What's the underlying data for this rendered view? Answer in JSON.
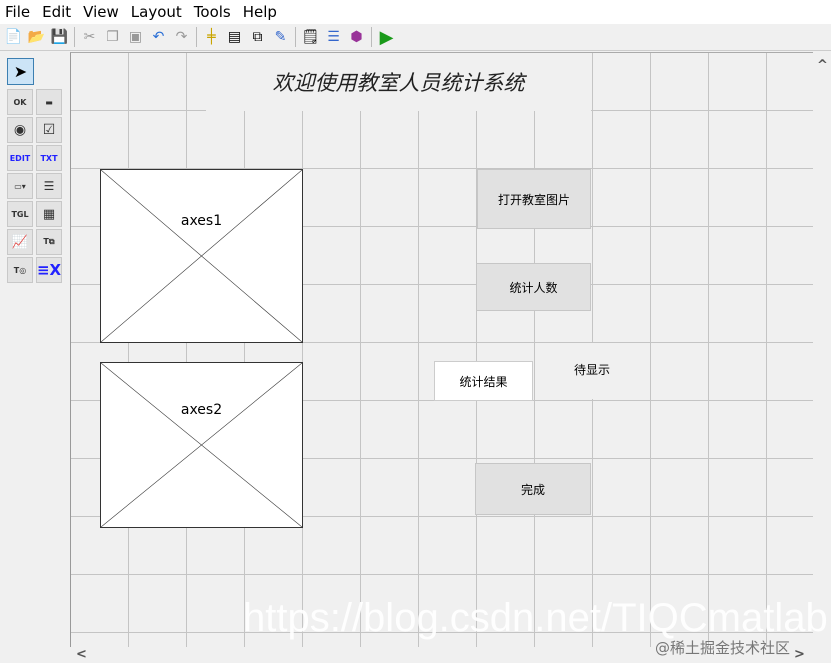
{
  "menu": [
    "File",
    "Edit",
    "View",
    "Layout",
    "Tools",
    "Help"
  ],
  "toolbar": {
    "icons": [
      "new-icon",
      "open-icon",
      "save-icon",
      "cut-icon",
      "copy-icon",
      "paste-icon",
      "undo-icon",
      "redo-icon",
      "align-icon",
      "menu-editor-icon",
      "tab-order-icon",
      "toolbar-editor-icon",
      "editor-icon",
      "property-inspector-icon",
      "object-browser-icon",
      "run-icon"
    ]
  },
  "palette": {
    "items": [
      "select",
      "OK",
      "slider",
      "radio",
      "check",
      "EDIT",
      "TXT",
      "popup",
      "listbox",
      "TGL",
      "table",
      "axes",
      "panel",
      "buttongroup",
      "activex"
    ]
  },
  "canvas": {
    "title": "欢迎使用教室人员统计系统",
    "axes1": "axes1",
    "axes2": "axes2",
    "open_button": "打开教室图片",
    "count_button": "统计人数",
    "result_label": "统计结果",
    "result_value": "待显示",
    "done_button": "完成"
  },
  "scroll": {
    "up": "^",
    "left": "<",
    "right": ">"
  },
  "watermark": "https://blog.csdn.net/TIQCmatlab",
  "watermark2": "@稀土掘金技术社区"
}
